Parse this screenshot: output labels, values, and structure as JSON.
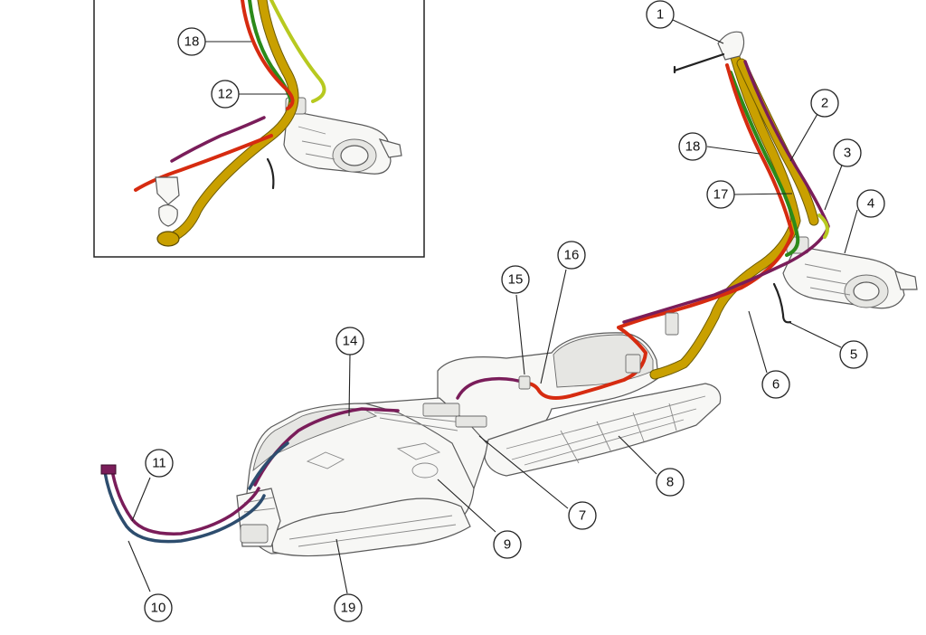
{
  "callouts": {
    "c1": "1",
    "c2": "2",
    "c3": "3",
    "c4": "4",
    "c5": "5",
    "c6": "6",
    "c7": "7",
    "c8": "8",
    "c9": "9",
    "c10": "10",
    "c11": "11",
    "c12": "12",
    "c14": "14",
    "c15": "15",
    "c16": "16",
    "c17": "17",
    "c18": "18",
    "c18_inset": "18",
    "c19": "19"
  },
  "colors": {
    "fill_pipe": "#c9a000",
    "feed_line": "#d62b10",
    "vent_line": "#2c8a1a",
    "return_line": "#7a1d5a",
    "tank_line": "#2d4d6e",
    "outline": "#222222"
  }
}
